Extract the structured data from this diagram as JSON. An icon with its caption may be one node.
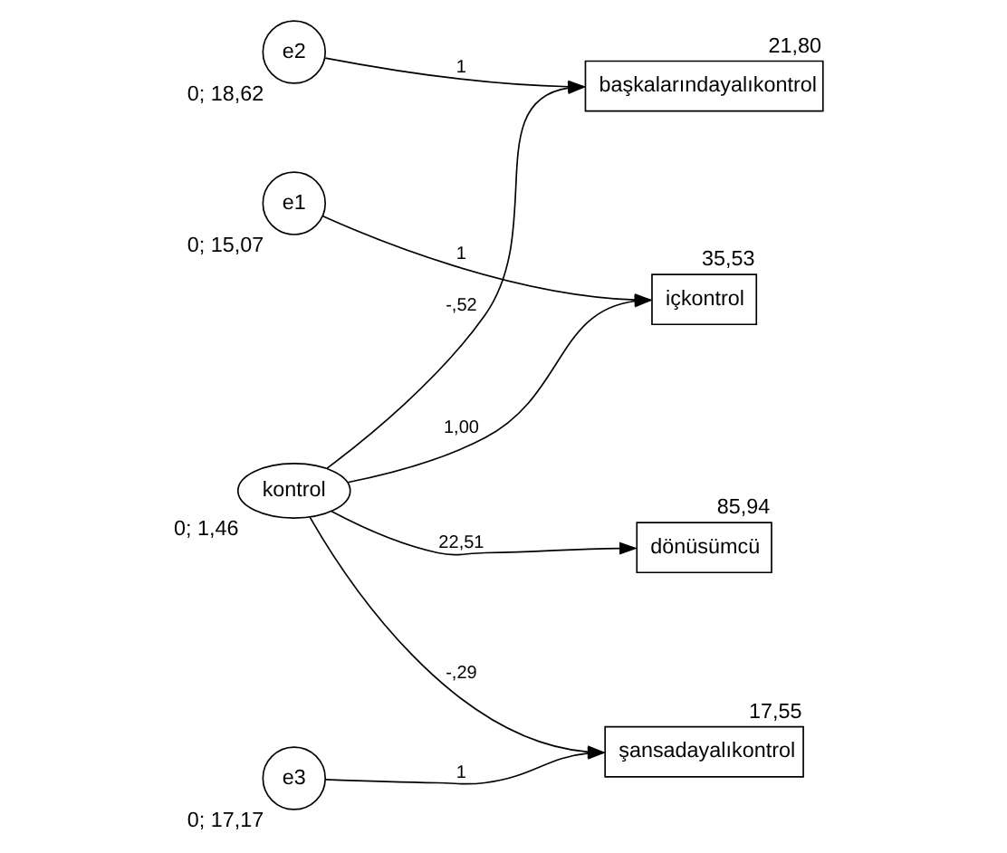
{
  "diagram": {
    "nodes": [
      {
        "text": [
          "kontrol"
        ],
        "beside": [
          "0; 1,46"
        ]
      },
      {
        "text": [
          "içkontrol"
        ],
        "beside": [
          "35,53"
        ]
      },
      {
        "text": [
          "e1"
        ],
        "beside": [
          "0; 15,07"
        ]
      },
      {
        "text": [
          "başkalarındayalıkontrol"
        ],
        "beside": [
          "21,80"
        ]
      },
      {
        "text": [
          "e2"
        ],
        "beside": [
          "0; 18,62"
        ]
      },
      {
        "text": [
          "şansadayalıkontrol"
        ],
        "beside": [
          "17,55"
        ]
      },
      {
        "text": [
          "e3"
        ],
        "beside": [
          "0; 17,17"
        ]
      },
      {
        "text": [
          "dönüsümcü"
        ],
        "beside": [
          "85,94"
        ]
      }
    ],
    "edges": [
      {
        "from": 0,
        "to": 1,
        "arrow": "to",
        "label": "1,00"
      },
      {
        "from": 2,
        "to": 1,
        "arrow": "to",
        "label": "1"
      },
      {
        "from": 0,
        "to": 3,
        "arrow": "to",
        "label": "-,52"
      },
      {
        "from": 4,
        "to": 3,
        "arrow": "to",
        "label": "1"
      },
      {
        "from": 0,
        "to": 5,
        "arrow": "to",
        "label": "-,29"
      },
      {
        "from": 6,
        "to": 5,
        "arrow": "to",
        "label": "1"
      },
      {
        "from": 0,
        "to": 7,
        "arrow": "to",
        "label": "22,51"
      }
    ]
  }
}
